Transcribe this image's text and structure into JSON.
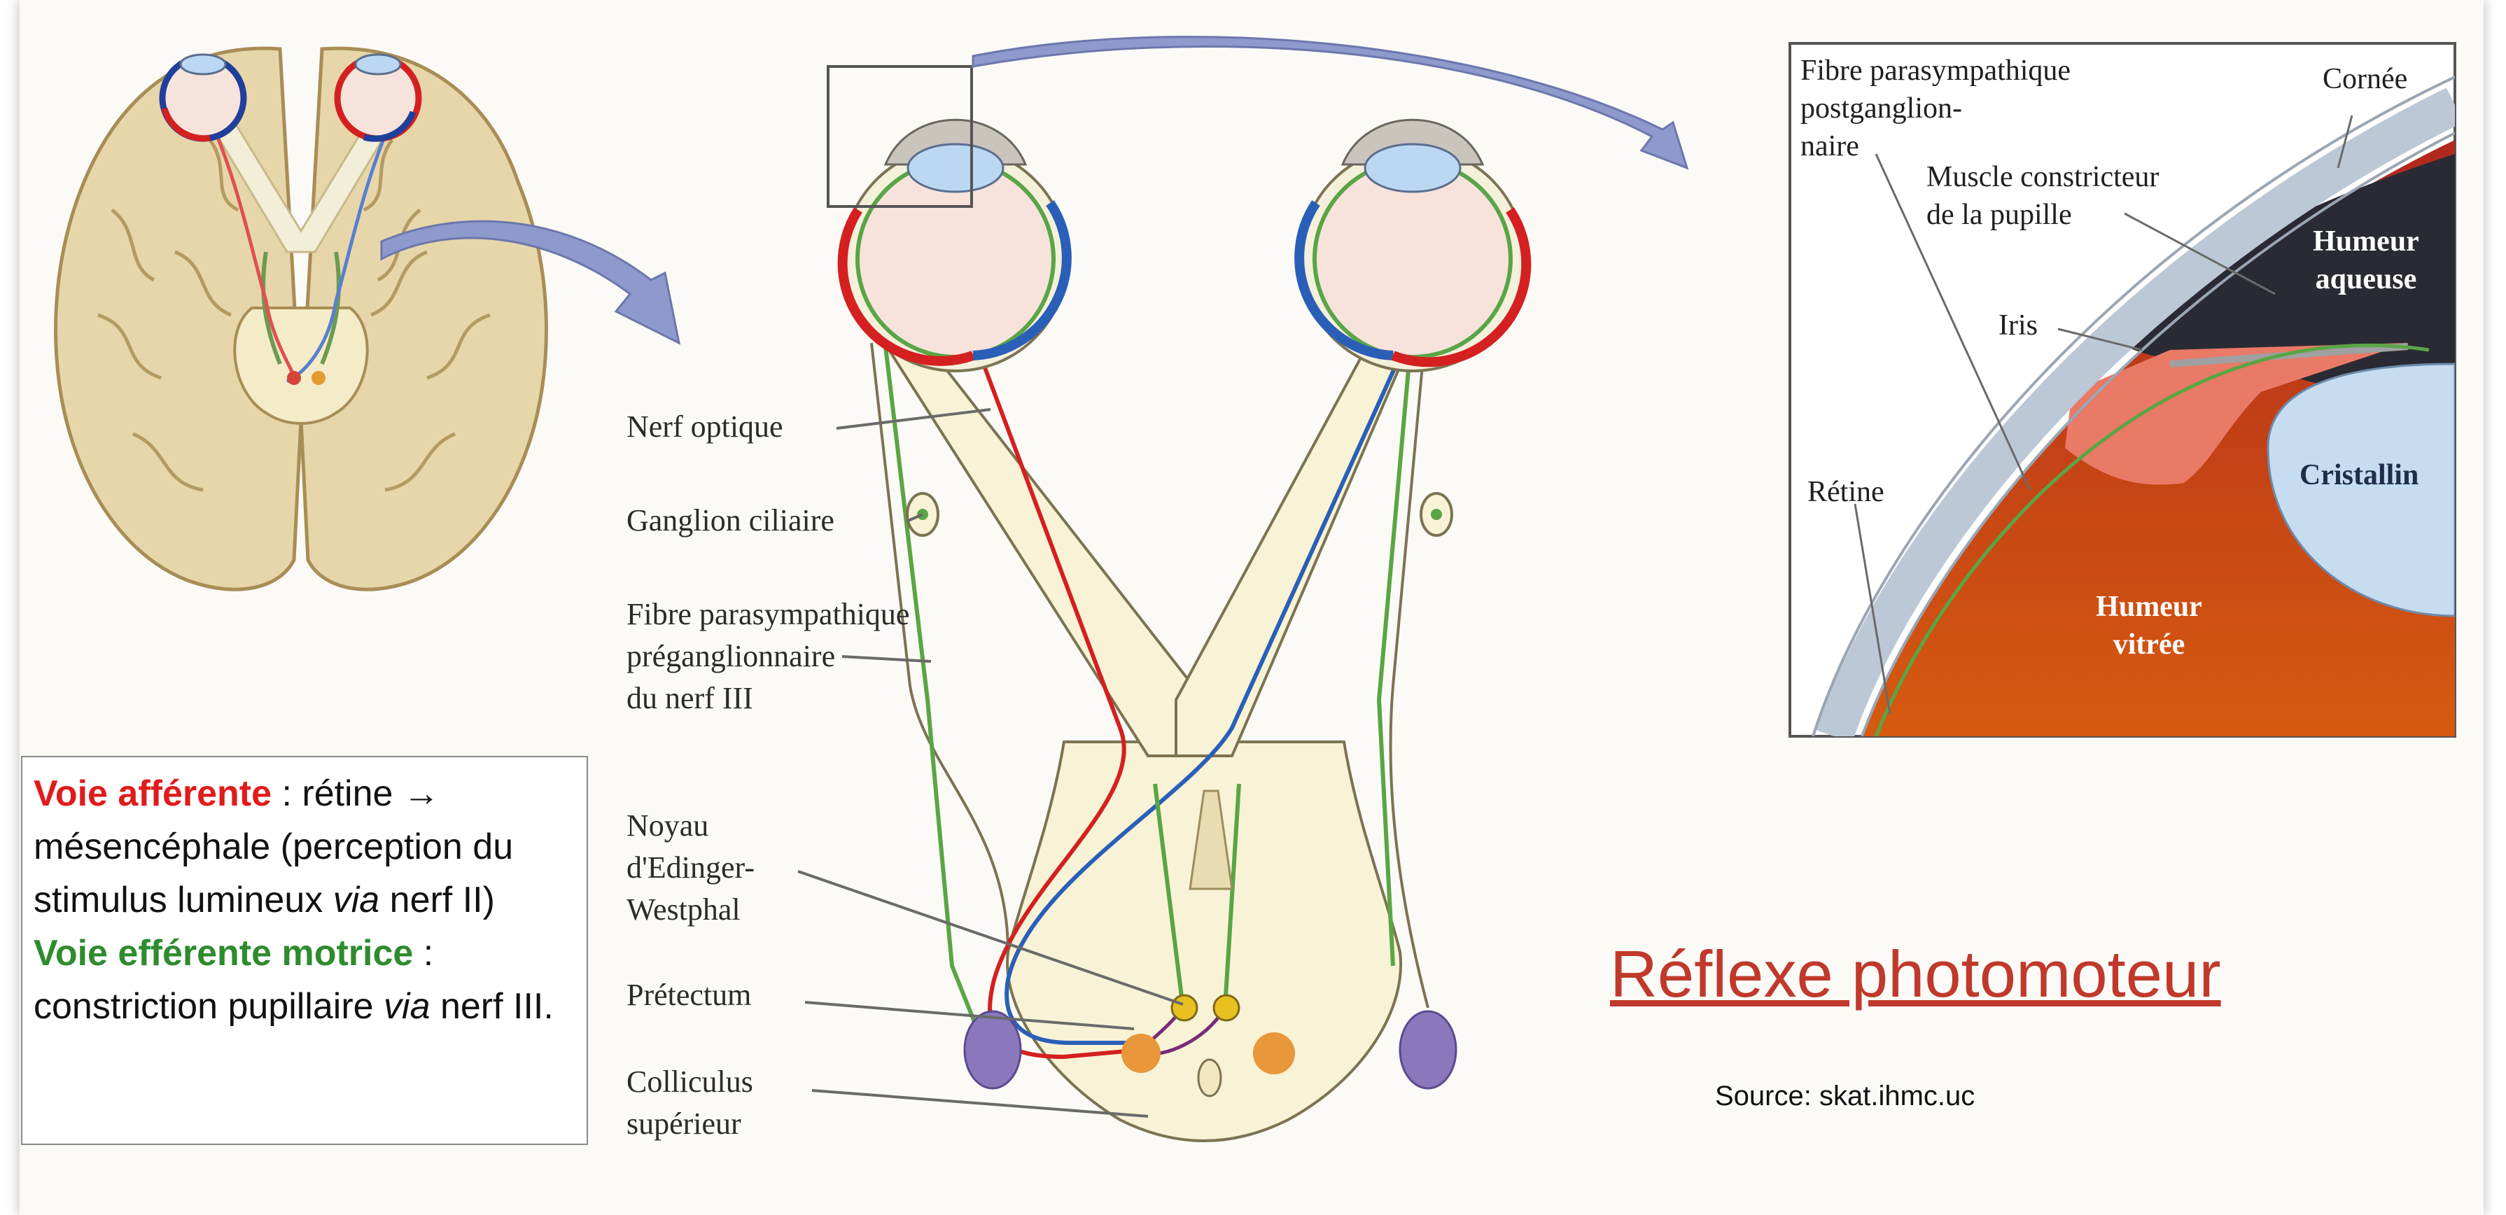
{
  "diagram": {
    "center_labels": {
      "nerf_optique": "Nerf optique",
      "ganglion_ciliaire": "Ganglion ciliaire",
      "fibre_preganglionnaire": "Fibre parasympathique\npréganglionnaire\ndu nerf III",
      "noyau_edinger": "Noyau\nd'Edinger-\nWestphal",
      "pretectum": "Prétectum",
      "colliculus": "Colliculus\nsupérieur"
    },
    "inset_labels": {
      "fibre_postganglionnaire": "Fibre parasympathique\npostganglion-\nnaire",
      "cornee": "Cornée",
      "muscle_constricteur": "Muscle constricteur\nde la pupille",
      "humeur_aqueuse": "Humeur\naqueuse",
      "iris": "Iris",
      "cristallin": "Cristallin",
      "retine": "Rétine",
      "humeur_vitree": "Humeur\nvitrée"
    }
  },
  "infobox": {
    "afferent_label": "Voie afférente",
    "afferent_text_1": " : rétine ",
    "arrow": "→",
    "afferent_text_2": " mésencéphale (perception du stimulus lumineux ",
    "via_1": "via",
    "afferent_text_3": " nerf II)",
    "efferent_label": "Voie efférente motrice",
    "efferent_text_1": " : constriction pupillaire ",
    "via_2": "via",
    "efferent_text_2": " nerf III."
  },
  "title": "Réflexe photomoteur",
  "source": "Source: skat.ihmc.uc",
  "colors": {
    "afferent": "#e01b1b",
    "efferent": "#2e8b2e",
    "title": "#c0392b",
    "pathway_blue": "#2a5fb8",
    "arrow_fill": "#8e99cc"
  }
}
